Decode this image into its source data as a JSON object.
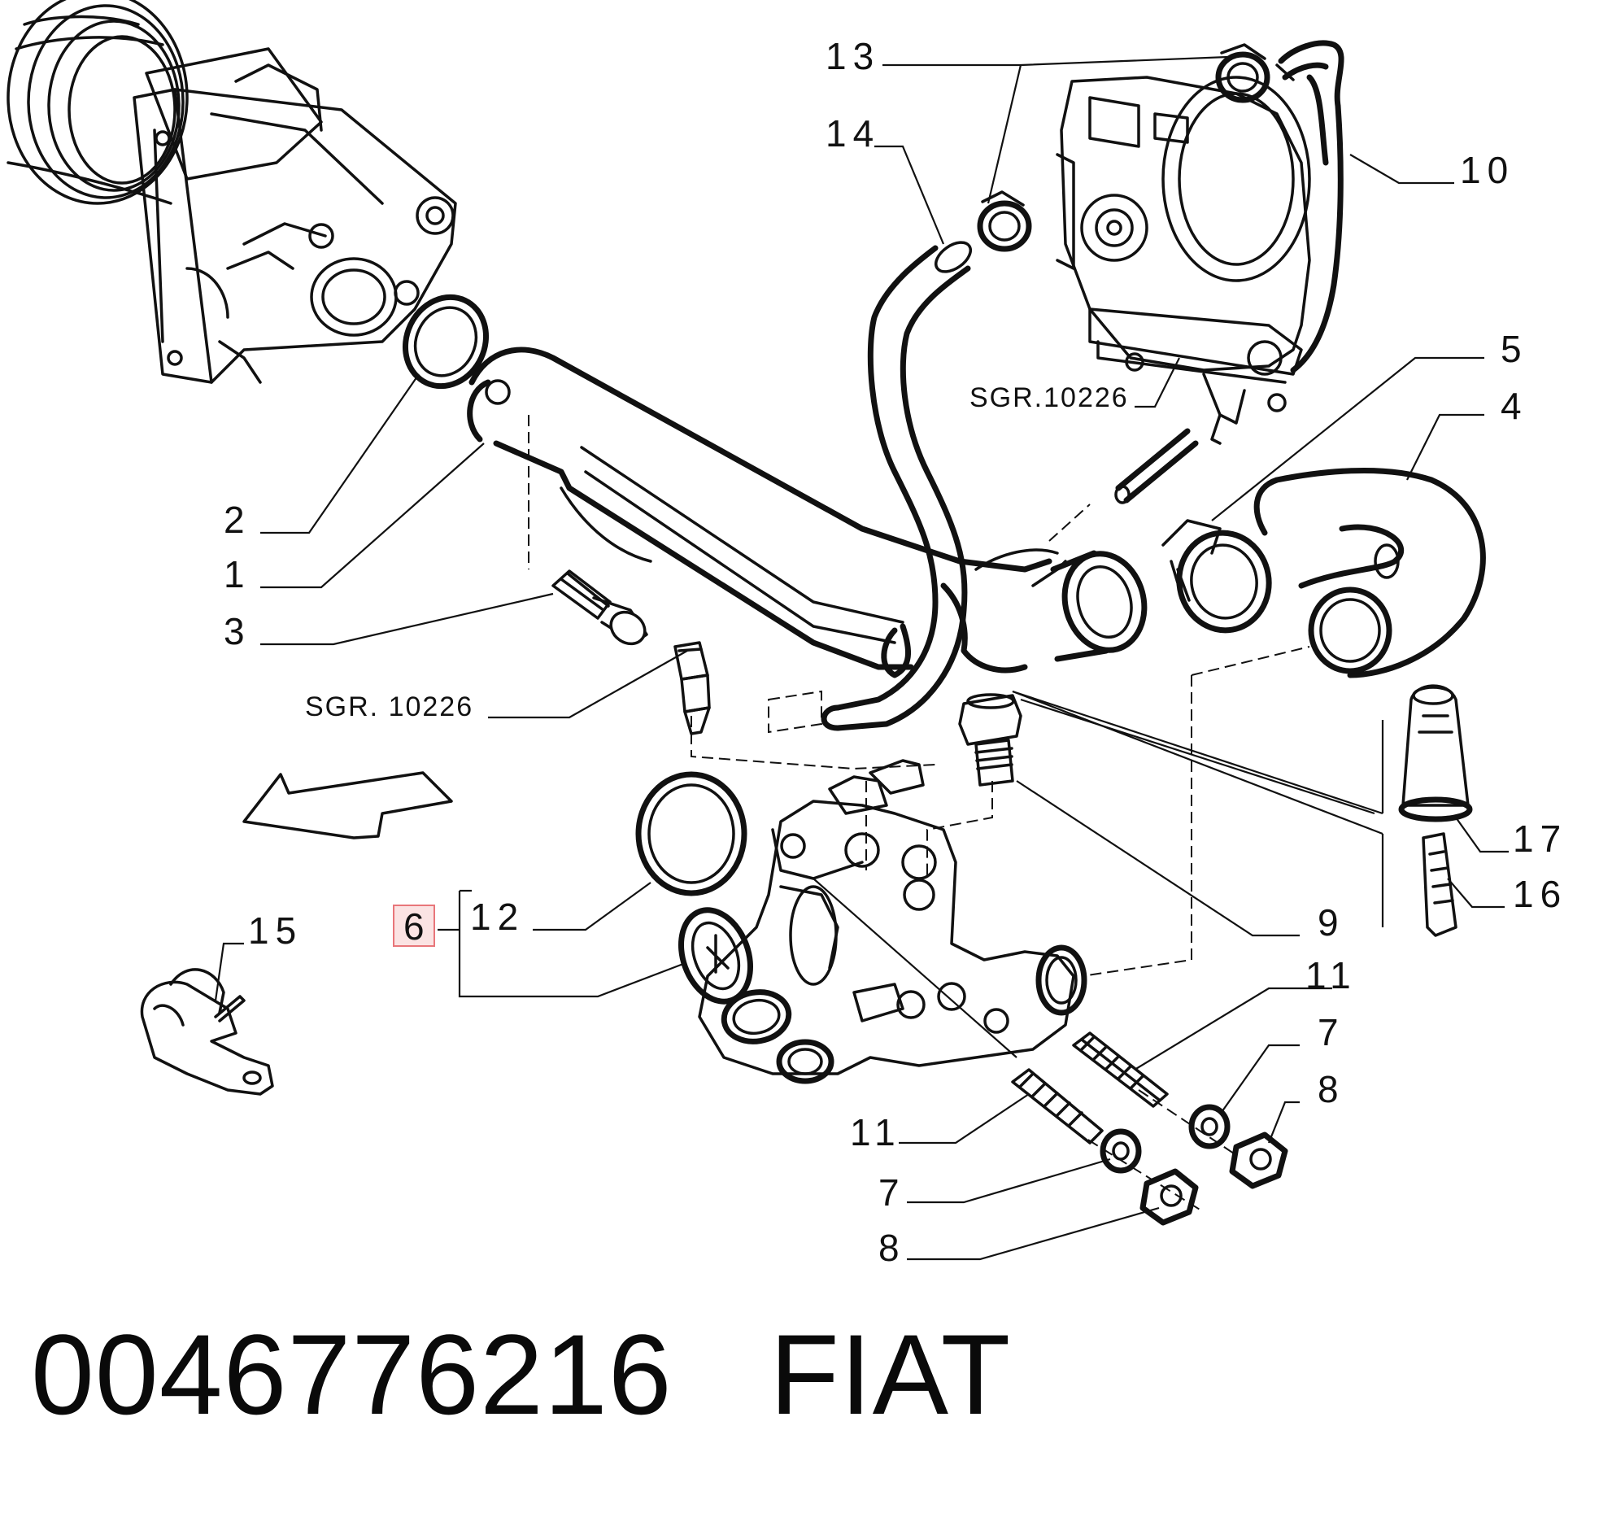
{
  "callouts": {
    "c1": "1",
    "c2": "2",
    "c3": "3",
    "c4": "4",
    "c5": "5",
    "c6": "6",
    "c7a": "7",
    "c7b": "7",
    "c8a": "8",
    "c8b": "8",
    "c9": "9",
    "c10": "10",
    "c11a": "11",
    "c11b": "11",
    "c12": "12",
    "c13": "13",
    "c14": "14",
    "c15": "15",
    "c16": "16",
    "c17": "17"
  },
  "references": {
    "sgr_top": "SGR.10226",
    "sgr_left": "SGR. 10226"
  },
  "highlight": {
    "color": "#e8767a",
    "fill": "#fbe3e3",
    "callout": "6"
  },
  "caption": {
    "part_number": "0046776216",
    "brand": "FIAT",
    "text": "0046776216   FIAT"
  },
  "icons": [
    "water-pump-icon",
    "throttle-body-icon",
    "thermostat-housing-icon",
    "direction-arrow-icon",
    "hose-clamp-icon"
  ]
}
